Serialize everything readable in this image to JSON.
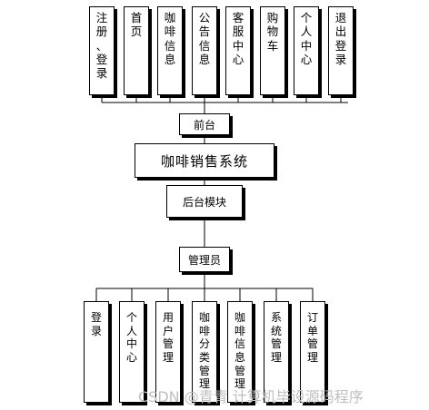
{
  "front_modules": [
    "注册、登录",
    "首页",
    "咖啡信息",
    "公告信息",
    "客服中心",
    "购物车",
    "个人中心",
    "退出登录"
  ],
  "front_label": "前台",
  "system_title": "咖啡销售系统",
  "back_label": "后台模块",
  "admin_label": "管理员",
  "admin_modules": [
    "登录",
    "个人中心",
    "用户管理",
    "咖啡分类管理",
    "咖啡信息管理",
    "系统管理",
    "订单管理"
  ],
  "watermark": "CSDN @青青 计算机毕设源码程序"
}
